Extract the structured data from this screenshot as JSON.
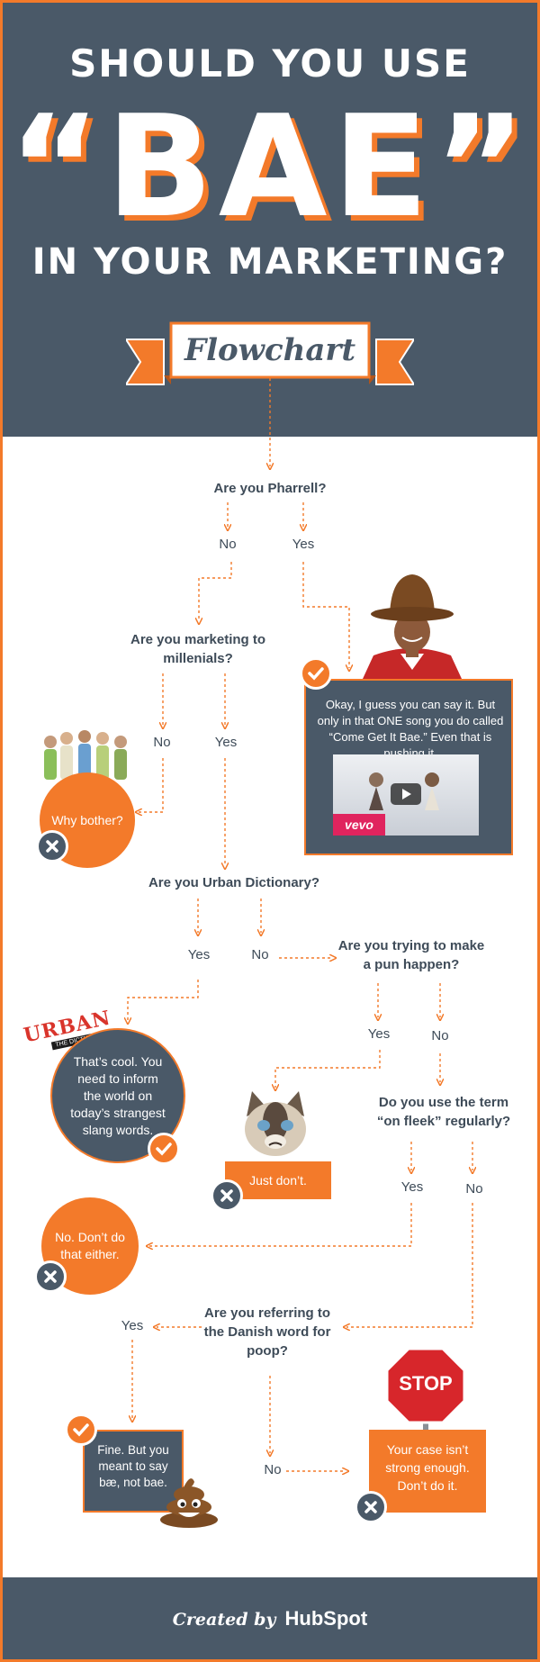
{
  "header": {
    "title_line1": "SHOULD YOU USE",
    "title_big": "“BAE”",
    "title_line3": "IN YOUR MARKETING?",
    "banner": "Flowchart"
  },
  "flow": {
    "q1": "Are you Pharrell?",
    "q1_no": "No",
    "q1_yes": "Yes",
    "pharrell_text": "Okay, I guess you can say it. But only in that ONE song you do called “Come Get It Bae.” Even that is pushing it.",
    "vevo": "vevo",
    "q2": "Are you marketing to millenials?",
    "q2_no": "No",
    "q2_yes": "Yes",
    "why_bother": "Why bother?",
    "q3": "Are you Urban Dictionary?",
    "q3_yes": "Yes",
    "q3_no": "No",
    "urban_logo": "URBAN",
    "urban_sub": "THE DICTIONARY",
    "urban_text": "That’s cool. You need to inform the world on today’s strangest slang words.",
    "q4": "Are you trying to make a pun happen?",
    "q4_yes": "Yes",
    "q4_no": "No",
    "just_dont": "Just don’t.",
    "q5": "Do you use the term “on fleek” regularly?",
    "q5_yes": "Yes",
    "q5_no": "No",
    "no_dont": "No. Don’t do that either.",
    "q6": "Are you referring to the Danish word for poop?",
    "q6_yes": "Yes",
    "q6_no": "No",
    "bae_text": "Fine. But you meant to say bæ, not bae.",
    "stop_sign": "STOP",
    "case_text": "Your case isn’t strong enough. Don’t do it."
  },
  "footer": {
    "created_by": "Created by",
    "brand": "HubSpot"
  },
  "colors": {
    "orange": "#f37a2a",
    "slate": "#4a5968",
    "text": "#3e4b58"
  },
  "icons": [
    "check-icon",
    "close-icon",
    "play-icon",
    "poop-emoji-icon",
    "stop-sign-icon",
    "cat-icon",
    "people-icon",
    "pharrell-icon"
  ]
}
